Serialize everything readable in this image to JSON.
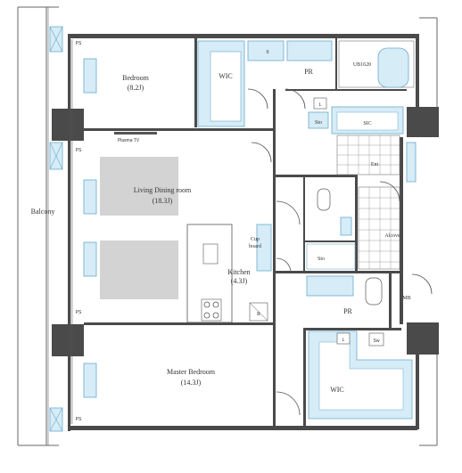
{
  "rooms": {
    "bedroom": {
      "name": "Bedroom",
      "size": "(8.2J)"
    },
    "plasma_tv": "Plasma TV",
    "living": {
      "name": "Living Dining room",
      "size": "(18.3J)"
    },
    "kitchen": {
      "name": "Kitchen",
      "size": "(4.3J)"
    },
    "cupboard": {
      "line1": "Cup",
      "line2": "board"
    },
    "master": {
      "name": "Master Bedroom",
      "size": "(14.3J)"
    },
    "balcony": "Balcony",
    "wic_top": "WIC",
    "wic_bottom": "WIC",
    "pr_top": "PR",
    "pr_bottom": "PR",
    "ub": "UB1620",
    "sic": "SIC",
    "sto_top": "Sto",
    "sto_mid": "Sto",
    "ent": "Ent",
    "alcove": "Alcove",
    "mb": "MB",
    "l_top": "L",
    "l_bottom": "L",
    "s": "S",
    "sw": "Sw",
    "r": "R",
    "ps": [
      "PS",
      "PS",
      "PS",
      "PS"
    ]
  },
  "colors": {
    "wall": "#4a4a4a",
    "fixture": "#d6ecf6",
    "furniture": "#d3d3d3"
  }
}
